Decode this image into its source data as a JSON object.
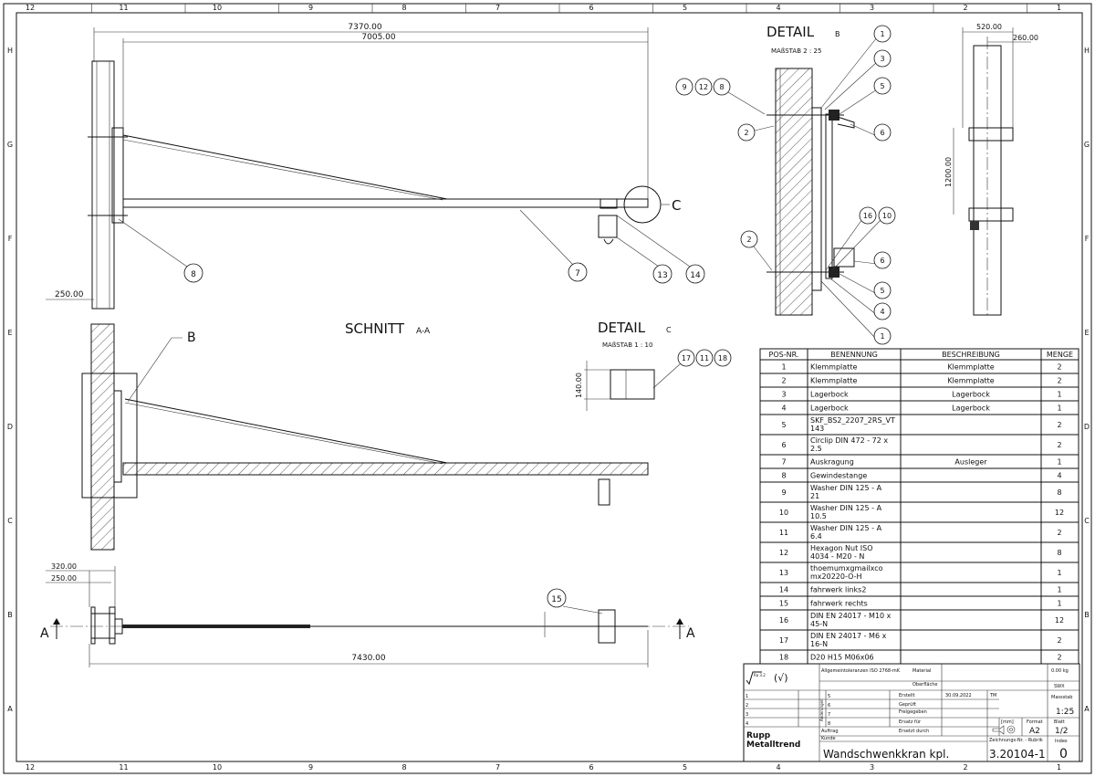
{
  "frame": {
    "columns": [
      "12",
      "11",
      "10",
      "9",
      "8",
      "7",
      "6",
      "5",
      "4",
      "3",
      "2",
      "1"
    ],
    "rows": [
      "H",
      "G",
      "F",
      "E",
      "D",
      "C",
      "B",
      "A"
    ]
  },
  "main_view": {
    "dims": {
      "overall": "7370.00",
      "beam": "7005.00",
      "plate": "250.00"
    },
    "detail_marker": "C",
    "balloons": [
      "8",
      "7",
      "13",
      "14"
    ]
  },
  "section": {
    "title": "SCHNITT",
    "title_suffix": "A-A",
    "detail_marker": "B"
  },
  "detail_c": {
    "title": "DETAIL",
    "title_suffix": "C",
    "scale": "MAßSTAB  1 : 10",
    "dim": "140.00",
    "balloons": [
      "17",
      "11",
      "18"
    ]
  },
  "detail_b": {
    "title": "DETAIL",
    "title_suffix": "B",
    "scale": "MAßSTAB  2 : 25",
    "balloons_left": [
      "9",
      "12",
      "8",
      "2",
      "2"
    ],
    "balloons_right": [
      "1",
      "3",
      "5",
      "6",
      "16",
      "10",
      "6",
      "5",
      "4",
      "1"
    ]
  },
  "side_view": {
    "dims": {
      "width": "520.00",
      "half": "260.00",
      "height": "1200.00"
    }
  },
  "plan_view": {
    "dims": {
      "outer": "320.00",
      "inner": "250.00",
      "length": "7430.00"
    },
    "section_label": "A",
    "balloon": "15"
  },
  "bom": {
    "headers": [
      "POS-NR.",
      "BENENNUNG",
      "BESCHREIBUNG",
      "MENGE"
    ],
    "rows": [
      {
        "pos": "1",
        "name": "Klemmplatte",
        "desc": "Klemmplatte",
        "qty": "2"
      },
      {
        "pos": "2",
        "name": "Klemmplatte",
        "desc": "Klemmplatte",
        "qty": "2"
      },
      {
        "pos": "3",
        "name": "Lagerbock",
        "desc": "Lagerbock",
        "qty": "1"
      },
      {
        "pos": "4",
        "name": "Lagerbock",
        "desc": "Lagerbock",
        "qty": "1"
      },
      {
        "pos": "5",
        "name": "SKF_BS2_2207_2RS_VT\n143",
        "desc": "",
        "qty": "2"
      },
      {
        "pos": "6",
        "name": "Circlip DIN 472 - 72 x\n2.5",
        "desc": "",
        "qty": "2"
      },
      {
        "pos": "7",
        "name": "Auskragung",
        "desc": "Ausleger",
        "qty": "1"
      },
      {
        "pos": "8",
        "name": "Gewindestange",
        "desc": "",
        "qty": "4"
      },
      {
        "pos": "9",
        "name": "Washer DIN 125 - A\n21",
        "desc": "",
        "qty": "8"
      },
      {
        "pos": "10",
        "name": "Washer DIN 125 - A\n10.5",
        "desc": "",
        "qty": "12"
      },
      {
        "pos": "11",
        "name": "Washer DIN 125 - A\n6.4",
        "desc": "",
        "qty": "2"
      },
      {
        "pos": "12",
        "name": "Hexagon Nut ISO\n4034 - M20 - N",
        "desc": "",
        "qty": "8"
      },
      {
        "pos": "13",
        "name": "thoemumxgmailxco\nmx20220-O-H",
        "desc": "",
        "qty": "1"
      },
      {
        "pos": "14",
        "name": "fahrwerk links2",
        "desc": "",
        "qty": "1"
      },
      {
        "pos": "15",
        "name": "fahrwerk rechts",
        "desc": "",
        "qty": "1"
      },
      {
        "pos": "16",
        "name": "DIN EN 24017 - M10 x\n45-N",
        "desc": "",
        "qty": "12"
      },
      {
        "pos": "17",
        "name": "DIN EN 24017 - M6 x\n16-N",
        "desc": "",
        "qty": "2"
      },
      {
        "pos": "18",
        "name": "D20 H15 M06x06",
        "desc": "",
        "qty": "2"
      }
    ]
  },
  "title_block": {
    "tolerances": "Allgemeintoleranzen ISO 2768-mK",
    "surface": "Ra 3.2",
    "material_label": "Material",
    "weight": "0.00 kg",
    "surface_label": "Oberfläche",
    "company_code": "SWX",
    "created_label": "Erstellt",
    "created_date": "30.09.2022",
    "created_by": "TM",
    "checked_label": "Geprüft",
    "released_label": "Freigegeben",
    "replaces_label": "Ersatz für",
    "replaced_by_label": "Ersetzt durch",
    "scale_label": "Massstab",
    "scale": "1:25",
    "unit": "[mm]",
    "format_label": "Format",
    "format": "A2",
    "sheet_label": "Blatt",
    "sheet": "1/2",
    "index_label": "Index",
    "index": "0",
    "order_label": "Auftrag",
    "customer_label": "Kunde",
    "changes_label": "Änderungen",
    "change_rows": [
      "1",
      "2",
      "3",
      "4",
      "5",
      "6",
      "7",
      "8"
    ],
    "company_line1": "Rupp",
    "company_line2": "Metalltrend",
    "title": "Wandschwenkkran kpl.",
    "drawing_no_label": "Zeichnungs-Nr. - Rubrik",
    "drawing_no": "3.20104-1"
  }
}
